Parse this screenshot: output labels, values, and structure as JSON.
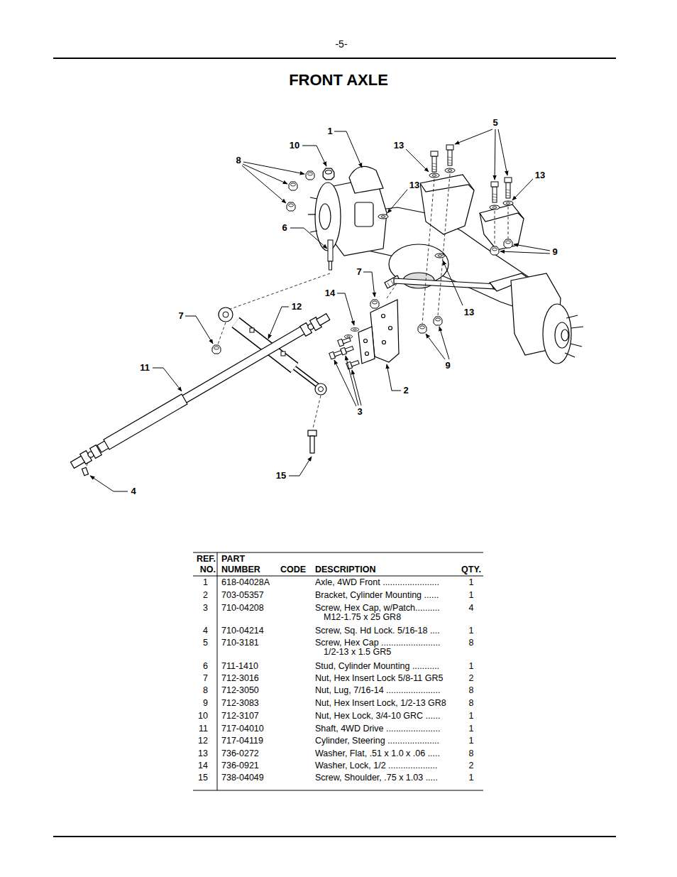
{
  "diagram": {
    "title": "FRONT AXLE",
    "labels": [
      "-5-",
      "5",
      "1",
      "10",
      "13",
      "8",
      "13",
      "13",
      "6",
      "9",
      "7",
      "14",
      "12",
      "13",
      "7",
      "9",
      "11",
      "2",
      "3",
      "15",
      "4",
      "REF. NO.",
      "PART NUMBER",
      "CODE",
      "DESCRIPTION",
      "QTY.",
      "1",
      "618-04028A",
      "Axle, 4WD Front .......................",
      "1",
      "2",
      "703-05357",
      "Bracket, Cylinder Mounting ......",
      "1",
      "3",
      "710-04208",
      "Screw, Hex Cap, w/Patch.......... M12-1.75 x 25 GR8",
      "4",
      "4",
      "710-04214",
      "Screw, Sq. Hd Lock. 5/16-18 ....",
      "1",
      "5",
      "710-3181",
      "Screw, Hex Cap ........................ 1/2-13 x 1.5 GR5",
      "8",
      "6",
      "711-1410",
      "Stud, Cylinder Mounting ...........",
      "1",
      "7",
      "712-3016",
      "Nut, Hex Insert Lock 5/8-11 GR5",
      "2",
      "8",
      "712-3050",
      "Nut, Lug, 7/16-14 ......................",
      "8",
      "9",
      "712-3083",
      "Nut, Hex Insert Lock, 1/2-13 GR8",
      "8",
      "10",
      "712-3107",
      "Nut, Hex Lock, 3/4-10 GRC ......",
      "1",
      "11",
      "717-04010",
      "Shaft, 4WD Drive ......................",
      "1",
      "12",
      "717-04119",
      "Cylinder, Steering .....................",
      "1",
      "13",
      "736-0272",
      "Washer, Flat, .51 x 1.0 x .06 .....",
      "8",
      "14",
      "736-0921",
      "Washer, Lock, 1/2 ....................",
      "2",
      "15",
      "738-04049",
      "Screw, Shoulder, .75 x 1.03 .....",
      "1"
    ]
  }
}
